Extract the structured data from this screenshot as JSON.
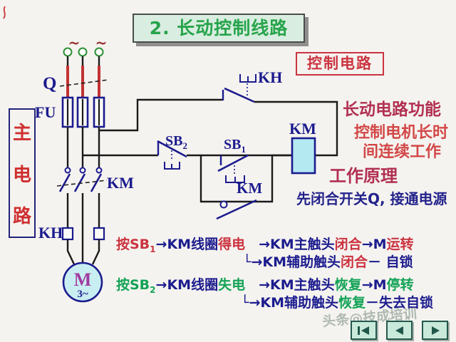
{
  "palette": {
    "navy": "#1c1c8e",
    "red": "#cb3340",
    "green": "#12a356",
    "maroon": "#b13052",
    "bright_red": "#d24848",
    "title_green": "#27a44b",
    "wire_black": "#1a1a1a",
    "blade_red": "#c23333",
    "coil_fill": "#b4e9f2",
    "motor_fill": "#c9eef2",
    "terminal_green": "#2f8f3a"
  },
  "title": {
    "text": "2. 长动控制线路"
  },
  "main_circuit_box": {
    "chars": [
      "主",
      "电",
      "路"
    ]
  },
  "control_circuit_box": {
    "label": "控制电路"
  },
  "component_labels": {
    "q": "Q",
    "fu": "FU",
    "km_main": "KM",
    "kh_main": "KH",
    "kh_control": "KH",
    "km_coil": "KM",
    "km_aux": "KM",
    "sb_base": "SB",
    "sb1_sub": "1",
    "sb2_sub": "2",
    "motor_m": "M",
    "motor_phase": "3~",
    "ac_tilde_left": "~",
    "ac_tilde_right": "~"
  },
  "right_panel": {
    "function_title": "长动电路功能",
    "function_line1": "控制电机长时",
    "function_line2": "间连续工作",
    "principle_title": "工作原理",
    "principle_step": "先闭合开关Q, 接通电源"
  },
  "flow_lines": {
    "line1": [
      {
        "t": "按SB",
        "c": "red"
      },
      {
        "t": "1",
        "c": "red",
        "sub": true
      },
      {
        "t": "→KM线圈",
        "c": "navy"
      },
      {
        "t": "得电",
        "c": "red"
      },
      {
        "t": "　→KM主触头",
        "c": "navy"
      },
      {
        "t": "闭合",
        "c": "red"
      },
      {
        "t": "→M",
        "c": "navy"
      },
      {
        "t": "运转",
        "c": "red"
      }
    ],
    "line2": [
      {
        "t": "└",
        "c": "navy"
      },
      {
        "t": "→KM辅助触头",
        "c": "navy"
      },
      {
        "t": "闭合",
        "c": "red"
      },
      {
        "t": "－ 自锁",
        "c": "navy"
      }
    ],
    "line3": [
      {
        "t": "按SB",
        "c": "green"
      },
      {
        "t": "2",
        "c": "green",
        "sub": true
      },
      {
        "t": "→KM线圈",
        "c": "navy"
      },
      {
        "t": "失电",
        "c": "green"
      },
      {
        "t": "　→KM主触头",
        "c": "navy"
      },
      {
        "t": "恢复",
        "c": "green"
      },
      {
        "t": "→M",
        "c": "navy"
      },
      {
        "t": "停转",
        "c": "green"
      }
    ],
    "line4": [
      {
        "t": "└",
        "c": "navy"
      },
      {
        "t": "→KM辅助触头",
        "c": "navy"
      },
      {
        "t": "恢复",
        "c": "green"
      },
      {
        "t": "－失去自锁",
        "c": "navy"
      }
    ]
  },
  "watermark": {
    "text": "头条@技成培训"
  },
  "nav_buttons": [
    "skip-start",
    "back",
    "forward"
  ]
}
